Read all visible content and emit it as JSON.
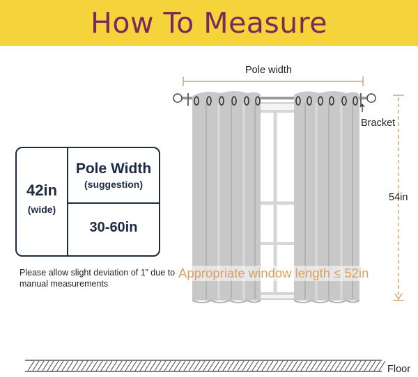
{
  "header": {
    "title": "How To Measure"
  },
  "size_box": {
    "width_value": "42in",
    "width_sub": "(wide)",
    "pole_title": "Pole Width",
    "pole_sub": "(suggestion)",
    "pole_range": "30-60in"
  },
  "note": "Please allow slight deviation of 1” due to manual measurements",
  "diagram": {
    "pole_width_label": "Pole width",
    "bracket_label": "Bracket",
    "length_label": "54in",
    "window_length_label": "Appropriate window length ≤ 52in",
    "floor_label": "Floor",
    "accent_color": "#d9a066",
    "curtain_color": "#c8c8c8"
  }
}
